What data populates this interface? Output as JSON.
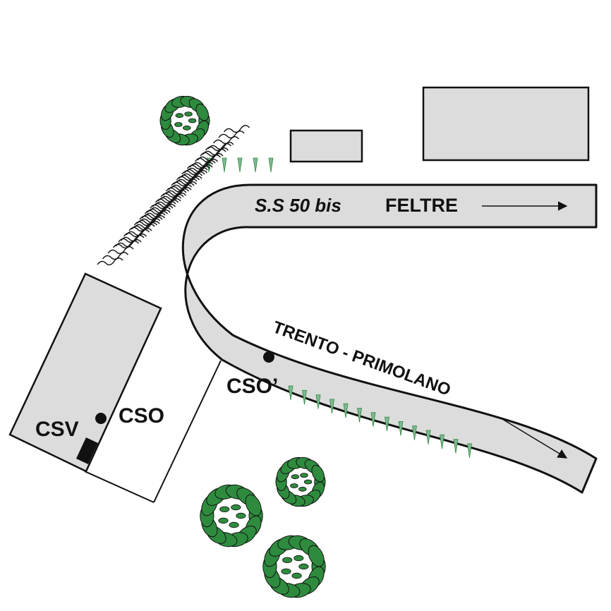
{
  "map": {
    "road_name": "S.S 50 bis",
    "direction_east": "FELTRE",
    "direction_south": "TRENTO  -  PRIMOLANO",
    "points": {
      "cso": "CSO",
      "cso_prime": "CSO’",
      "csv": "CSV"
    }
  },
  "colors": {
    "road_fill": "#dcdcdc",
    "building_fill": "#dcdcdc",
    "outline": "#111111",
    "vegetation": "#2e8b3e",
    "vegetation_light": "#7fb894"
  },
  "icons": [
    "tree-icon",
    "shrub-icon",
    "grass-icon",
    "station-marker-icon",
    "arrow-icon"
  ]
}
